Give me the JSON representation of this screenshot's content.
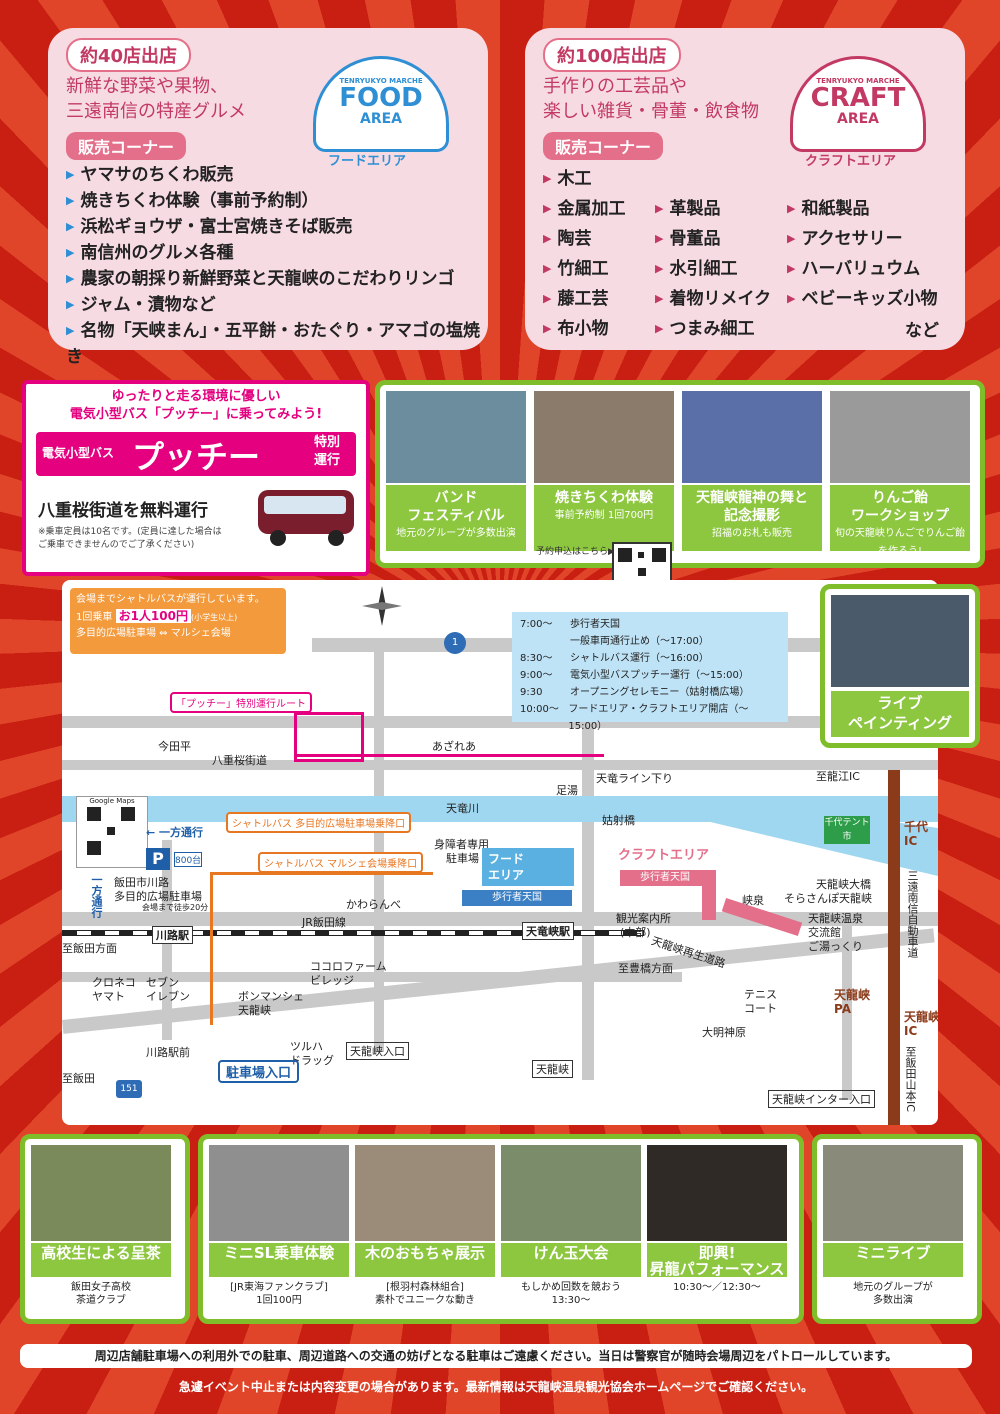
{
  "food": {
    "count_label": "約40店出店",
    "description": [
      "新鮮な野菜や果物、",
      "三遠南信の特産グルメ"
    ],
    "section_label": "販売コーナー",
    "logo_top": "TENRYUKYO MARCHE",
    "logo_main": "FOOD",
    "logo_sub": "AREA",
    "logo_jp": "フードエリア",
    "items": [
      "ヤマサのちくわ販売",
      "焼きちくわ体験（事前予約制）",
      "浜松ギョウザ・富士宮焼きそば販売",
      "南信州のグルメ各種",
      "農家の朝採り新鮮野菜と天龍峡のこだわりリンゴ",
      "ジャム・漬物など",
      "名物「天峡まん」・五平餅・おたぐり・アマゴの塩焼き"
    ],
    "items_indent": [
      "",
      "焼きちくわ体験（事前予約制）"
    ]
  },
  "craft": {
    "count_label": "約100店出店",
    "description": [
      "手作りの工芸品や",
      "楽しい雑貨・骨董・飲食物"
    ],
    "section_label": "販売コーナー",
    "logo_top": "TENRYUKYO MARCHE",
    "logo_main": "CRAFT",
    "logo_sub": "AREA",
    "logo_jp": "クラフトエリア",
    "col1": [
      "木工",
      "金属加工",
      "陶芸",
      "竹細工",
      "藤工芸",
      "布小物"
    ],
    "col2": [
      "革製品",
      "骨董品",
      "水引細工",
      "着物リメイク",
      "つまみ細工"
    ],
    "col3": [
      "和紙製品",
      "アクセサリー",
      "ハーバリュウム",
      "ベビーキッズ小物"
    ],
    "etc": "など"
  },
  "bus": {
    "lead1": "ゆったりと走る環境に優しい",
    "lead2": "電気小型バス「プッチー」に乗ってみよう!",
    "type": "電気小型バス",
    "name": "プッチー",
    "special1": "特別",
    "special2": "運行",
    "free": "八重桜街道を無料運行",
    "note1": "※乗車定員は10名です。(定員に達した場合は",
    "note2": "ご乗車できませんのでご了承ください)"
  },
  "top_events": [
    {
      "title1": "バンド",
      "title2": "フェスティバル",
      "sub": "地元のグループが多数出演",
      "color": "#6b8d9e"
    },
    {
      "title1": "焼きちくわ体験",
      "title2": "",
      "sub": "事前予約制 1回700円",
      "color": "#8a7b6a"
    },
    {
      "title1": "天龍峡龍神の舞と",
      "title2": "記念撮影",
      "sub": "招福のお札も販売",
      "color": "#5a6fa8"
    },
    {
      "title1": "りんご飴",
      "title2": "ワークショップ",
      "sub": "旬の天龍峡りんごでりんご飴を作ろう!",
      "color": "#9a9a9a"
    }
  ],
  "reserve_label": "予約申込はこちら▶",
  "live_painting": {
    "title1": "ライブ",
    "title2": "ペインティング"
  },
  "shuttle": {
    "line1": "会場までシャトルバスが運行しています。",
    "fare_label": "1回乗車",
    "fare": "お1人100円",
    "fare_note": "(小学生以上)",
    "route": "多目的広場駐車場 ⇔ マルシェ会場"
  },
  "schedule": [
    {
      "time": "7:00〜",
      "text": "歩行者天国"
    },
    {
      "time": "",
      "text": "一般車両通行止め（〜17:00）"
    },
    {
      "time": "8:30〜",
      "text": "シャトルバス運行（〜16:00）"
    },
    {
      "time": "9:00〜",
      "text": "電気小型バスプッチー運行（〜15:00）"
    },
    {
      "time": "9:30",
      "text": "オープニングセレモニー（姑射橋広場）"
    },
    {
      "time": "10:00〜",
      "text": "フードエリア・クラフトエリア開店（〜15:00）"
    }
  ],
  "map": {
    "putchi_route": "「プッチー」特別運行ルート",
    "shuttle_stop1": "シャトルバス 多目的広場駐車場乗降口",
    "shuttle_stop2": "シャトルバス マルシェ会場乗降口",
    "google_maps": "Google Maps",
    "oneway1": "一方通行",
    "oneway2": "一方通行",
    "parking_count": "800台",
    "parking_name1": "飯田市川路",
    "parking_name2": "多目的広場駐車場",
    "parking_walk": "会場まで徒歩20分",
    "to_iida": "至飯田方面",
    "to_iida2": "至飯田",
    "to_toyohashi": "至豊橋方面",
    "to_ryuko": "至龍江IC",
    "to_yamamoto": "至飯田山本IC",
    "imadahira": "今田平",
    "yaezakura": "八重桜街道",
    "azarea": "あざれあ",
    "tenryugawa": "天竜川",
    "tenryu_line": "天竜ライン下り",
    "ashiyu": "足湯",
    "koshakyo": "姑射橋",
    "disabled_parking1": "身障者専用",
    "disabled_parking2": "駐車場",
    "food_area1": "フード",
    "food_area2": "エリア",
    "craft_area": "クラフトエリア",
    "pedestrian1": "歩行者天国",
    "pedestrian2": "歩行者天国",
    "kawaranbe": "かわらんべ",
    "jr_line": "JR飯田線",
    "kawaji_station": "川路駅",
    "tenryukyo_station": "天竜峡駅",
    "info1": "観光案内所",
    "info2": "(本部)",
    "kyosen": "峡泉",
    "regen_road": "天龍峡再生道路",
    "bridge1": "天龍峡大橋",
    "bridge2": "そらさんぽ天龍峡",
    "onsen1": "天龍峡温泉",
    "onsen2": "交流館",
    "onsen3": "ご湯っくり",
    "chiyo_tent": "千代テント市",
    "chiyo_ic1": "千代",
    "chiyo_ic2": "IC",
    "expressway": "三遠南信自動車道",
    "tenryukyo_pa1": "天龍峡",
    "tenryukyo_pa2": "PA",
    "tenryukyo_ic1": "天龍峡",
    "tenryukyo_ic2": "IC",
    "tennis1": "テニス",
    "tennis2": "コート",
    "daimyojin": "大明神原",
    "kuroneko1": "クロネコ",
    "kuroneko2": "ヤマト",
    "seven1": "セブン",
    "seven2": "イレブン",
    "kokoro1": "ココロファーム",
    "kokoro2": "ビレッジ",
    "bonmarche1": "ボンマンシェ",
    "bonmarche2": "天龍峡",
    "tsuruha1": "ツルハ",
    "tsuruha2": "ドラッグ",
    "tenryukyo_iriguchi": "天龍峡入口",
    "kawaji_ekimae": "川路駅前",
    "parking_entrance": "駐車場入口",
    "tenryukyo": "天龍峡",
    "interchange_entrance": "天龍峡インター入口",
    "route1": "1",
    "route151": "151"
  },
  "bottom_events": [
    {
      "title1": "高校生による呈茶",
      "title2": "",
      "sub1": "飯田女子高校",
      "sub2": "茶道クラブ",
      "color": "#7a8a5a"
    },
    {
      "title1": "ミニSL乗車体験",
      "title2": "",
      "sub1": "[JR東海ファンクラブ]",
      "sub2": "1回100円",
      "color": "#8f8f8f"
    },
    {
      "title1": "木のおもちゃ展示",
      "title2": "",
      "sub1": "[根羽村森林組合]",
      "sub2": "素朴でユニークな動き",
      "color": "#9a8c78"
    },
    {
      "title1": "けん玉大会",
      "title2": "",
      "sub1": "もしかめ回数を競おう",
      "sub2": "13:30〜",
      "color": "#7b8c6a"
    },
    {
      "title1": "即興!",
      "title2": "昇龍パフォーマンス",
      "sub1": "10:30〜／12:30〜",
      "sub2": "",
      "color": "#2f2a26"
    },
    {
      "title1": "ミニライブ",
      "title2": "",
      "sub1": "地元のグループが",
      "sub2": "多数出演",
      "color": "#8a8a7a"
    }
  ],
  "footer": {
    "notice": "周辺店舗駐車場への利用外での駐車、周辺道路への交通の妨げとなる駐車はご遠慮ください。当日は警察官が随時会場周辺をパトロールしています。",
    "update": "急遽イベント中止または内容変更の場合があります。最新情報は天龍峡温泉観光協会ホームページでご確認ください。"
  },
  "colors": {
    "food_blue": "#2e8fd4",
    "craft_pink": "#c23a63",
    "green": "#7fbe2a",
    "orange": "#e87722"
  }
}
